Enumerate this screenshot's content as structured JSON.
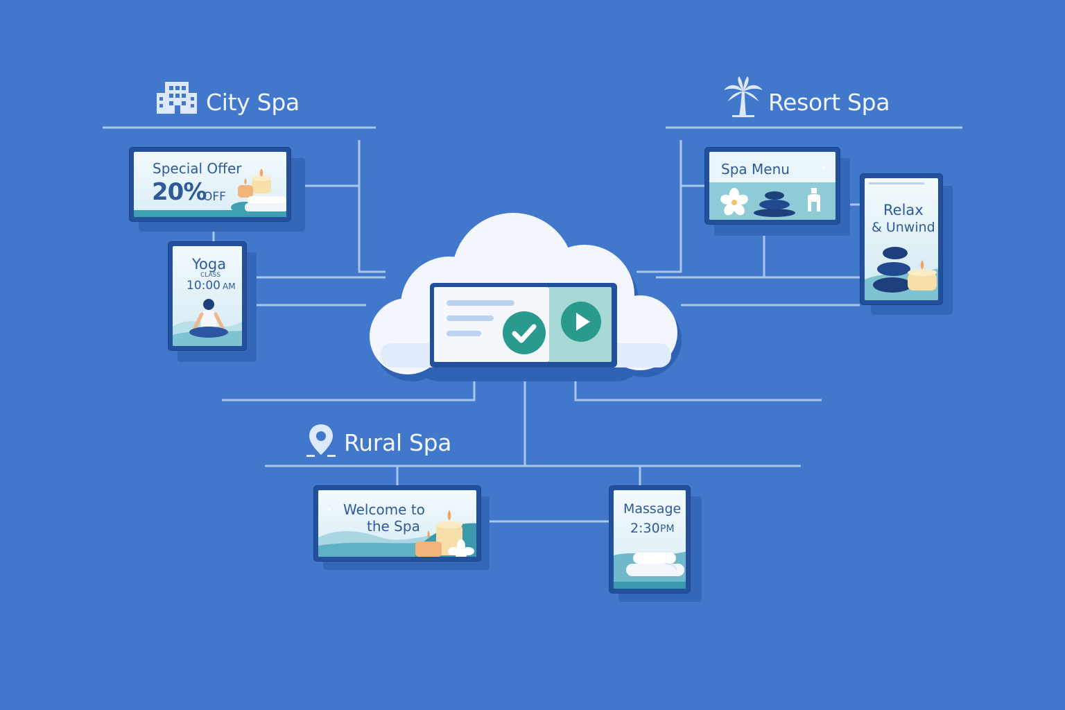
{
  "sites": {
    "city": {
      "name": "City Spa",
      "icon": "building-icon"
    },
    "resort": {
      "name": "Resort Spa",
      "icon": "palm-tree-icon"
    },
    "rural": {
      "name": "Rural Spa",
      "icon": "map-pin-icon"
    }
  },
  "screens": {
    "special_offer": {
      "title": "Special Offer",
      "big": "20%",
      "small": "OFF"
    },
    "yoga": {
      "title": "Yoga",
      "sub": "CLASS",
      "time": "10:00",
      "ampm": "AM"
    },
    "spa_menu": {
      "title": "Spa Menu"
    },
    "relax": {
      "line1": "Relax",
      "line2": "& Unwind"
    },
    "welcome": {
      "line1": "Welcome to",
      "line2": "the Spa"
    },
    "massage": {
      "title": "Massage",
      "time": "2:30",
      "ampm": "PM"
    }
  },
  "colors": {
    "background": "#4178cb",
    "line": "#b8d1f2",
    "screen_frame": "#22509c",
    "cloud": "#f3f7fd",
    "accent_teal": "#2a9a8e"
  }
}
